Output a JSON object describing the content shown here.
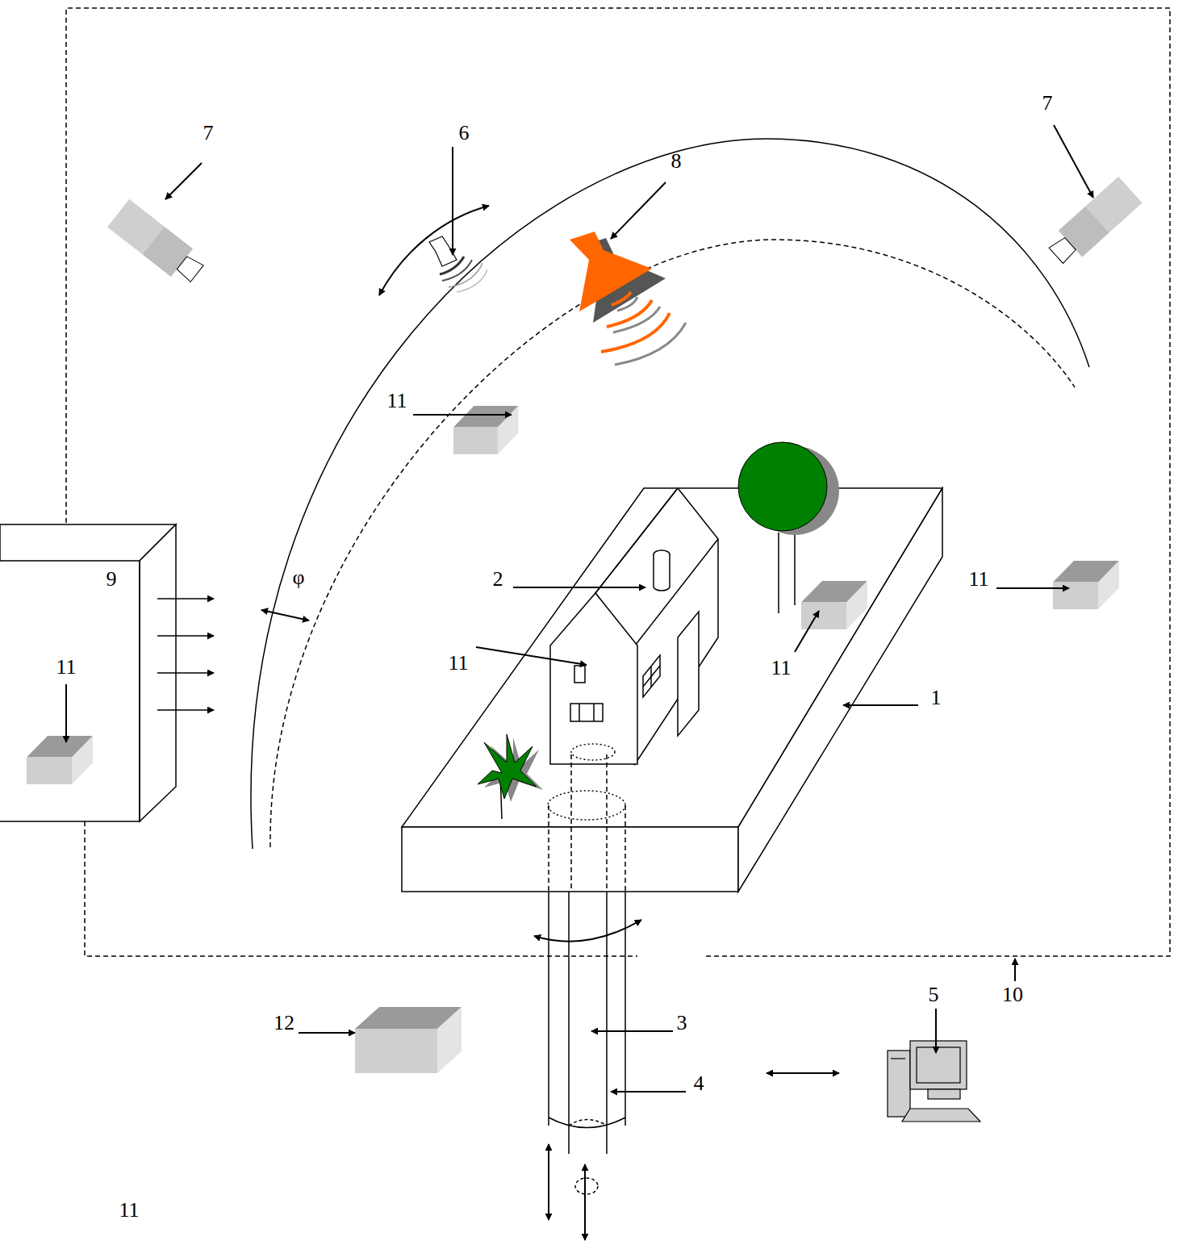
{
  "diagram": {
    "labels": [
      "7",
      "6",
      "8",
      "7",
      "11",
      "9",
      "φ",
      "2",
      "11",
      "11",
      "11",
      "11",
      "1",
      "11",
      "5",
      "10",
      "3",
      "12",
      "4"
    ]
  }
}
